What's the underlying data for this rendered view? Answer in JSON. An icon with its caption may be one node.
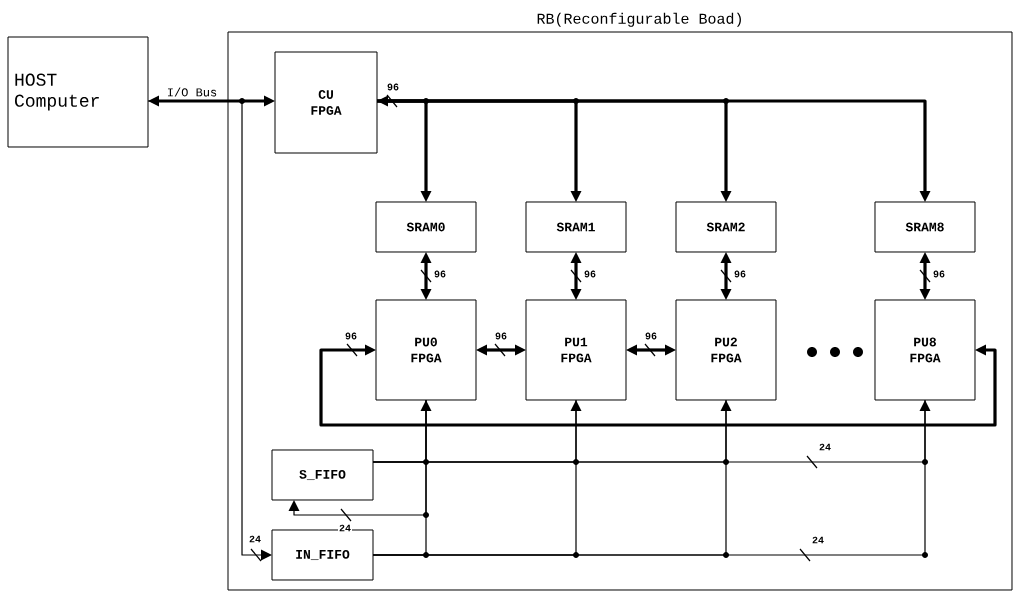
{
  "diagram": {
    "nodes": [
      {
        "text": [
          "RB(Reconfigurable Boad)"
        ]
      },
      {
        "text": [
          "HOST Computer"
        ]
      },
      {
        "text": [
          "CU FPGA"
        ],
        "in": 0
      },
      {
        "text": [
          "SRAM0"
        ],
        "in": 0
      },
      {
        "text": [
          "SRAM1"
        ],
        "in": 0
      },
      {
        "text": [
          "SRAM2"
        ],
        "in": 0
      },
      {
        "text": [
          "SRAM8"
        ],
        "in": 0
      },
      {
        "text": [
          "PU0 FPGA"
        ],
        "in": 0
      },
      {
        "text": [
          "PU1 FPGA"
        ],
        "in": 0
      },
      {
        "text": [
          "PU2 FPGA"
        ],
        "in": 0
      },
      {
        "text": [
          "PU8 FPGA"
        ],
        "in": 0
      },
      {
        "text": [
          "S_FIFO"
        ],
        "in": 0
      },
      {
        "text": [
          "IN_FIFO"
        ],
        "in": 0
      }
    ],
    "edges": [
      {
        "from": 1,
        "to": 2,
        "arrow": "both",
        "label": "I/O Bus"
      },
      {
        "from": 2,
        "to": 3,
        "arrow": "both",
        "label": "96"
      },
      {
        "from": 2,
        "to": 4,
        "arrow": "to"
      },
      {
        "from": 2,
        "to": 5,
        "arrow": "to"
      },
      {
        "from": 2,
        "to": 6,
        "arrow": "to"
      },
      {
        "from": 3,
        "to": 7,
        "arrow": "both",
        "label": "96"
      },
      {
        "from": 4,
        "to": 8,
        "arrow": "both",
        "label": "96"
      },
      {
        "from": 5,
        "to": 9,
        "arrow": "both",
        "label": "96"
      },
      {
        "from": 6,
        "to": 10,
        "arrow": "both",
        "label": "96"
      },
      {
        "from": 7,
        "to": 8,
        "arrow": "both",
        "label": "96"
      },
      {
        "from": 8,
        "to": 9,
        "arrow": "both",
        "label": "96"
      },
      {
        "from": 10,
        "to": 7,
        "arrow": "both",
        "label": "96"
      },
      {
        "from": 11,
        "to": 7,
        "arrow": "to"
      },
      {
        "from": 11,
        "to": 8,
        "arrow": "to"
      },
      {
        "from": 11,
        "to": 9,
        "arrow": "to"
      },
      {
        "from": 11,
        "to": 10,
        "arrow": "to"
      },
      {
        "from": 12,
        "to": 7,
        "arrow": "none"
      },
      {
        "from": 12,
        "to": 8,
        "arrow": "none"
      },
      {
        "from": 12,
        "to": 9,
        "arrow": "none"
      },
      {
        "from": 12,
        "to": 10,
        "arrow": "none"
      },
      {
        "from": 7,
        "to": 11,
        "arrow": "to",
        "label": "24"
      },
      {
        "from": 1,
        "to": 12,
        "arrow": "to",
        "label": "24"
      }
    ],
    "labels": [
      "24",
      "24"
    ]
  }
}
